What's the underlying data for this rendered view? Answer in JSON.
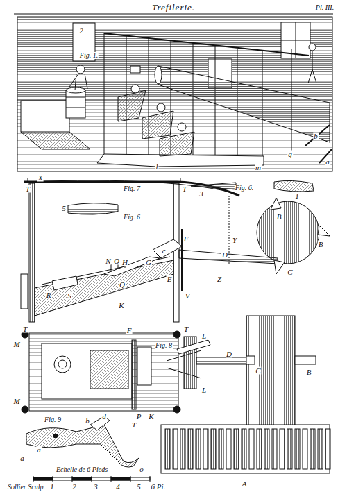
{
  "diagram": {
    "title": "Trefilerie.",
    "labels": [
      "Pl. III.",
      "Fig. 1.",
      "2",
      "a",
      "b",
      "l",
      "m",
      "q",
      "X",
      "T",
      "T",
      "Fig. 7",
      "3",
      "Fig. 6.",
      "1",
      "5",
      "Fig. 6",
      "B",
      "Y",
      "B",
      "C",
      "F",
      "c",
      "G",
      "N",
      "O",
      "H",
      "E",
      "D",
      "Z",
      "R",
      "S",
      "Q",
      "K",
      "V",
      "T",
      "T",
      "M",
      "F",
      "Fig. 8",
      "L",
      "D",
      "C",
      "B",
      "L",
      "M",
      "d",
      "P",
      "K",
      "T",
      "Fig. 9",
      "a",
      "b",
      "a",
      "o",
      "A",
      "Echelle de 6 Pieds",
      "1",
      "2",
      "3",
      "4",
      "5",
      "6 Pi.",
      "Sollier Sculp."
    ]
  }
}
